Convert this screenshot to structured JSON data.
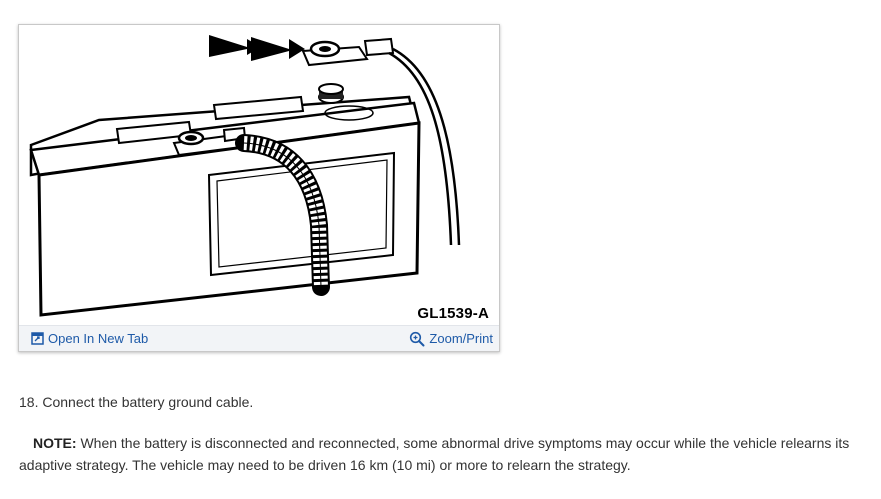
{
  "figure": {
    "code": "GL1539-A",
    "open_tab_label": "Open In New Tab",
    "zoom_label": "Zoom/Print",
    "icons": [
      "open-new-tab-icon",
      "zoom-icon"
    ],
    "link_color": "#1e5aa8"
  },
  "step": {
    "text": "18. Connect the battery ground cable."
  },
  "note": {
    "label": "NOTE:",
    "text": " When the battery is disconnected and reconnected, some abnormal drive symptoms may occur while the vehicle relearns its adaptive strategy. The vehicle may need to be driven 16 km (10 mi) or more to relearn the strategy."
  }
}
